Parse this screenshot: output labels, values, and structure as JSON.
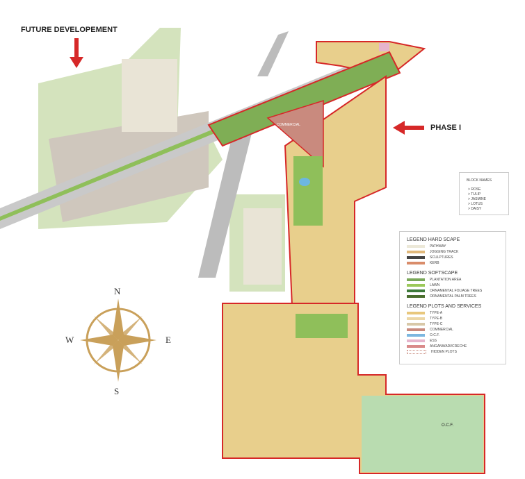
{
  "labels": {
    "future": "FUTURE DEVELOPEMENT",
    "phase": "PHASE I",
    "commercial": "COMMERCIAL",
    "ocf": "O.C.F."
  },
  "compass": {
    "n": "N",
    "s": "S",
    "e": "E",
    "w": "W"
  },
  "block_names": {
    "title": "BLOCK NAMES",
    "items": [
      "ROSE",
      "TULIP",
      "JASMINE",
      "LOTUS",
      "DAISY"
    ]
  },
  "legend": {
    "hard_title": "LEGEND HARD SCAPE",
    "hard": [
      {
        "label": "PATHWAY",
        "color": "#ece8d8"
      },
      {
        "label": "JOGGING TRACK",
        "color": "#e0b87a"
      },
      {
        "label": "SCULPTURES",
        "color": "#444444"
      },
      {
        "label": "KERB",
        "color": "#d98c6a"
      }
    ],
    "soft_title": "LEGEND SOFTSCAPE",
    "soft": [
      {
        "label": "PLANTATION AREA",
        "color": "#7aa85a"
      },
      {
        "label": "LAWN",
        "color": "#9cc95a"
      },
      {
        "label": "ORNAMENTAL FOLIAGE TREES",
        "color": "#3d7a3a"
      },
      {
        "label": "ORNAMENTAL PALM TREES",
        "color": "#4a6e2e"
      }
    ],
    "plots_title": "LEGEND PLOTS AND SERVICES",
    "plots": [
      {
        "label": "TYPE-A",
        "color": "#e8c77c"
      },
      {
        "label": "TYPE-B",
        "color": "#ecd7a6"
      },
      {
        "label": "TYPE-C",
        "color": "#d8c8a8"
      },
      {
        "label": "COMMERCIAL",
        "color": "#c98a7e"
      },
      {
        "label": "O.C.F.",
        "color": "#7cb7e0"
      },
      {
        "label": "ESS",
        "color": "#e6b4cc"
      },
      {
        "label": "ANGANWADI/CRECHE",
        "color": "#d98a8a"
      },
      {
        "label": "HIDDEN PLOTS",
        "color": "#ffffff"
      }
    ]
  },
  "colors": {
    "boundary": "#d62828",
    "road": "#b5b5b5",
    "green": "#8fbf5a",
    "plots": "#e8cf8c",
    "compass": "#c9a05a",
    "arrow": "#d62828"
  }
}
